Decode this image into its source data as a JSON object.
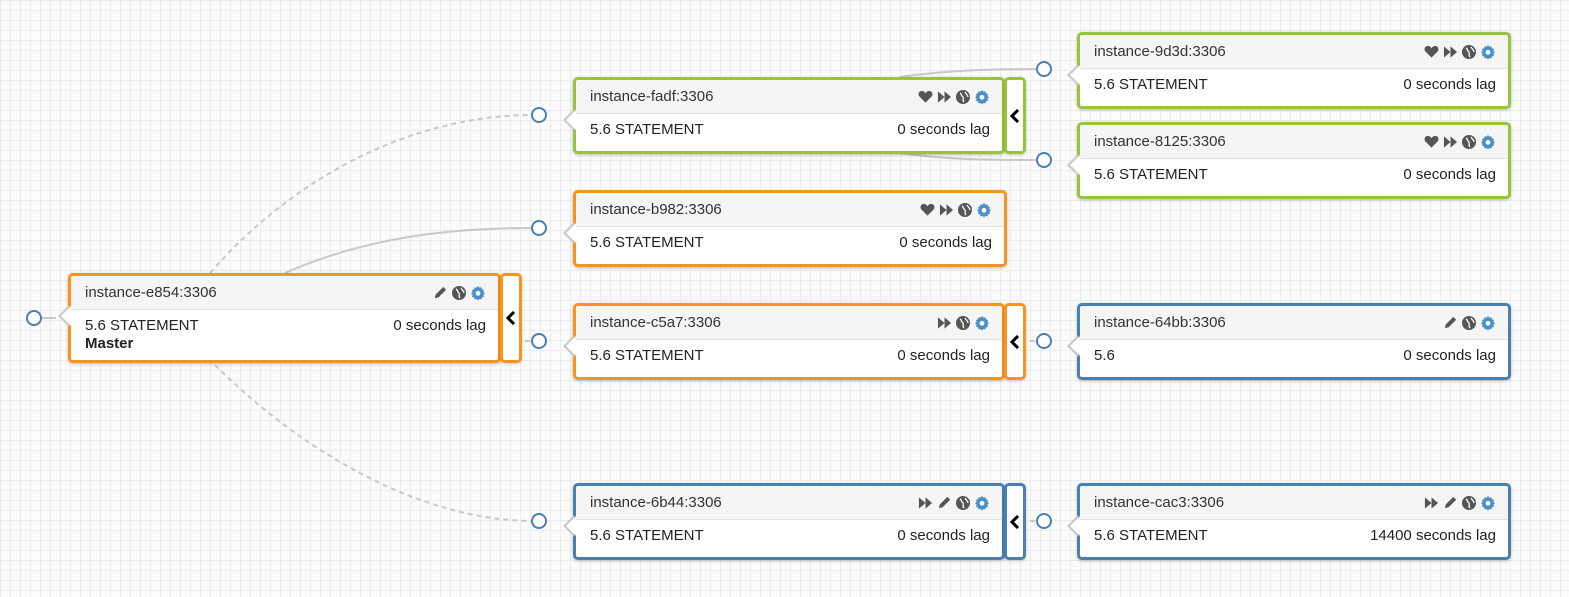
{
  "colors": {
    "orange": "#f7931e",
    "green": "#98c43c",
    "blue": "#4a7fb0",
    "icon": "#555555",
    "gear": "#4a90c8"
  },
  "master": {
    "name": "instance-e854:3306",
    "version": "5.6 STATEMENT",
    "lag": "0 seconds lag",
    "role": "Master"
  },
  "fadf": {
    "name": "instance-fadf:3306",
    "version": "5.6 STATEMENT",
    "lag": "0 seconds lag"
  },
  "b982": {
    "name": "instance-b982:3306",
    "version": "5.6 STATEMENT",
    "lag": "0 seconds lag"
  },
  "c5a7": {
    "name": "instance-c5a7:3306",
    "version": "5.6 STATEMENT",
    "lag": "0 seconds lag"
  },
  "b6b44": {
    "name": "instance-6b44:3306",
    "version": "5.6 STATEMENT",
    "lag": "0 seconds lag"
  },
  "d9d3d": {
    "name": "instance-9d3d:3306",
    "version": "5.6 STATEMENT",
    "lag": "0 seconds lag"
  },
  "e8125": {
    "name": "instance-8125:3306",
    "version": "5.6 STATEMENT",
    "lag": "0 seconds lag"
  },
  "f64bb": {
    "name": "instance-64bb:3306",
    "version": "5.6",
    "lag": "0 seconds lag"
  },
  "cac3": {
    "name": "instance-cac3:3306",
    "version": "5.6 STATEMENT",
    "lag": "14400 seconds lag"
  }
}
